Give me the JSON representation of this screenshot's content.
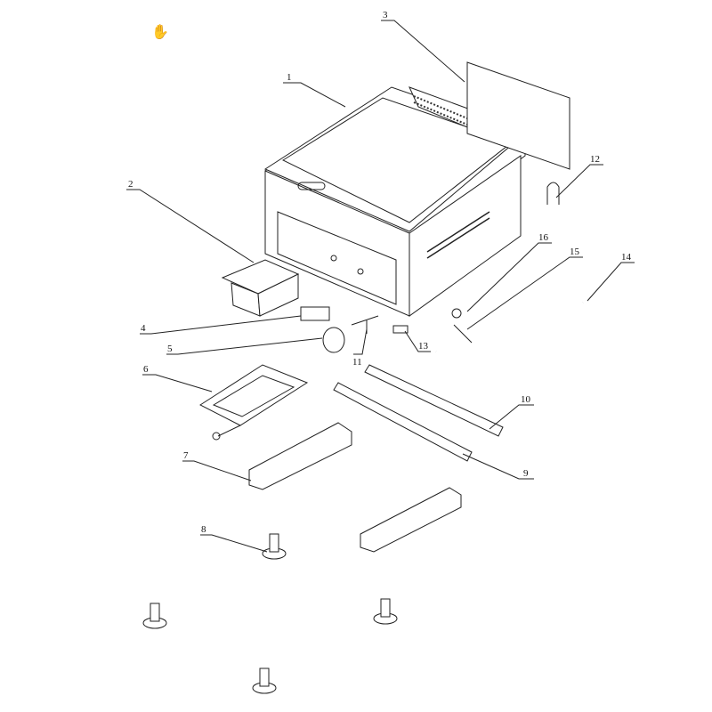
{
  "title": "Exploded parts diagram - countertop griddle",
  "toolbar": {
    "cursor_icon": "hand-icon"
  },
  "parts": {
    "p1": "1",
    "p2": "2",
    "p3": "3",
    "p4": "4",
    "p5": "5",
    "p6": "6",
    "p7": "7",
    "p8": "8",
    "p9": "9",
    "p10": "10",
    "p11": "11",
    "p12": "12",
    "p13": "13",
    "p14": "14",
    "p15": "15",
    "p16": "16"
  }
}
